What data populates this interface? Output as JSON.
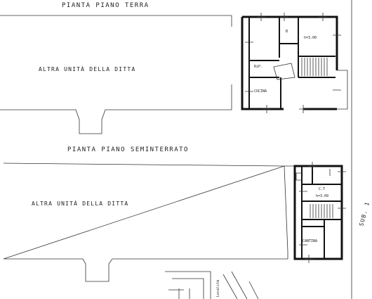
{
  "ground_floor": {
    "title": "PIANTA   PIANO   TERRA",
    "other_unit": "ALTRA   UNITÀ   DELLA   DITTA",
    "rooms": {
      "b": "B",
      "height": "h=3.00",
      "rip": "RiP.",
      "kitchen": "CUCINA"
    }
  },
  "basement": {
    "title": "PIANTA   PIANO   SEMINTERRATO",
    "other_unit": "ALTRA   UNITÀ   DELLA   DITTA",
    "rooms": {
      "ct": "C.T",
      "height": "h=3.09",
      "cellar": "CANTINA"
    }
  },
  "sheet_ref": "SUB. 1",
  "site_map": {
    "street": "Località"
  }
}
